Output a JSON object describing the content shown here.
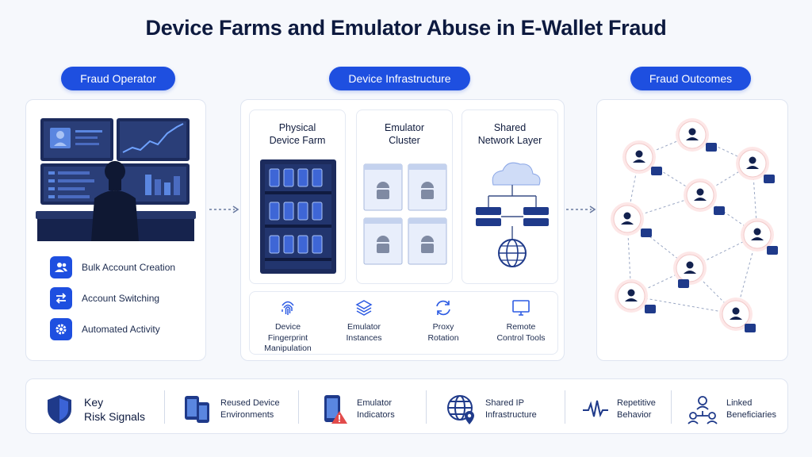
{
  "title": "Device Farms and Emulator Abuse in E-Wallet Fraud",
  "sections": {
    "operator": "Fraud Operator",
    "infrastructure": "Device Infrastructure",
    "outcomes": "Fraud Outcomes"
  },
  "operator_items": [
    {
      "label": "Bulk Account Creation",
      "icon": "users-icon"
    },
    {
      "label": "Account Switching",
      "icon": "swap-icon"
    },
    {
      "label": "Automated Activity",
      "icon": "gear-icon"
    }
  ],
  "infra_blocks": [
    {
      "line1": "Physical",
      "line2": "Device Farm"
    },
    {
      "line1": "Emulator",
      "line2": "Cluster"
    },
    {
      "line1": "Shared",
      "line2": "Network Layer"
    }
  ],
  "tools": [
    {
      "line1": "Device",
      "line2": "Fingerprint",
      "line3": "Manipulation",
      "icon": "fingerprint-icon"
    },
    {
      "line1": "Emulator",
      "line2": "Instances",
      "icon": "layers-icon"
    },
    {
      "line1": "Proxy",
      "line2": "Rotation",
      "icon": "rotate-icon"
    },
    {
      "line1": "Remote",
      "line2": "Control Tools",
      "icon": "monitor-icon"
    }
  ],
  "signals_title": {
    "line1": "Key",
    "line2": "Risk Signals"
  },
  "signals": [
    {
      "line1": "Reused Device",
      "line2": "Environments",
      "icon": "devices-icon"
    },
    {
      "line1": "Emulator",
      "line2": "Indicators",
      "icon": "phone-warning-icon"
    },
    {
      "line1": "Shared IP",
      "line2": "Infrastructure",
      "icon": "globe-pin-icon"
    },
    {
      "line1": "Repetitive",
      "line2": "Behavior",
      "icon": "pulse-icon"
    },
    {
      "line1": "Linked",
      "line2": "Beneficiaries",
      "icon": "network-users-icon"
    }
  ],
  "colors": {
    "accent": "#1e4fe0",
    "navy": "#0d1a3f",
    "alert": "#e24b4b"
  }
}
